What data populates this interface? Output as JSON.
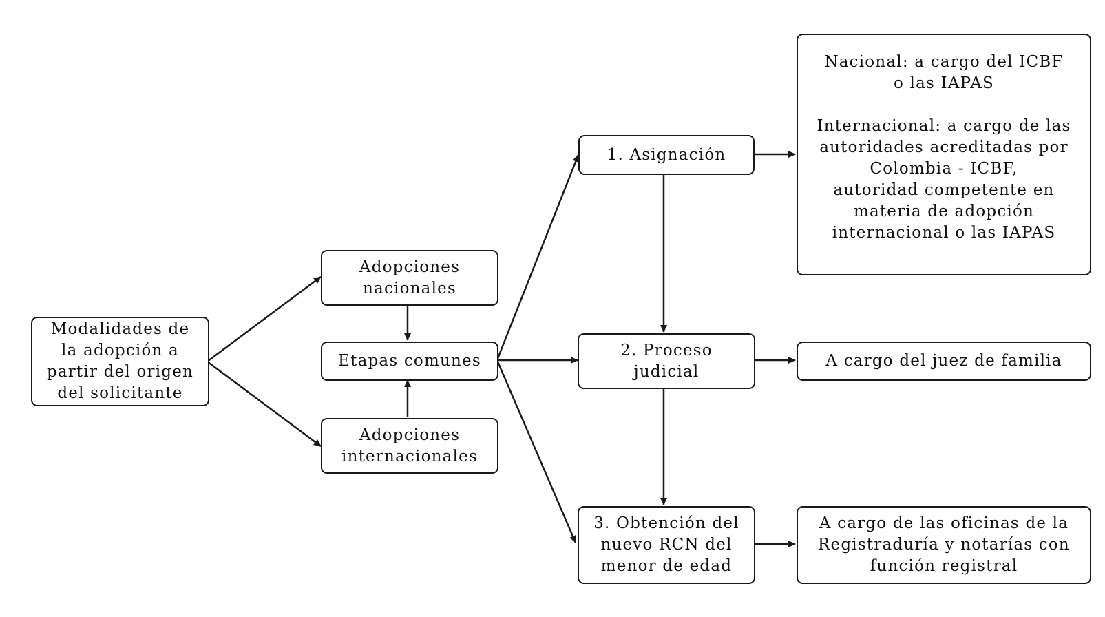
{
  "nodes": {
    "origen": "Modalidades de\nla adopción a\npartir del origen\ndel solicitante",
    "nacionales": "Adopciones\nnacionales",
    "etapas": "Etapas comunes",
    "internacionales": "Adopciones\ninternacionales",
    "asignacion": "1. Asignación",
    "proceso": "2. Proceso\njudicial",
    "obtencion": "3. Obtención del\nnuevo RCN del\nmenor de edad",
    "autoridades": "Nacional: a cargo del ICBF\no las IAPAS\n\nInternacional: a cargo de las\nautoridades acreditadas por\nColombia - ICBF,\nautoridad competente en\nmateria de adopción\ninternacional o las IAPAS",
    "juez": "A cargo del juez de familia",
    "registraduria": "A cargo de las oficinas de la\nRegistraduría y notarías con\nfunción registral"
  },
  "colors": {
    "stroke": "#1a1a1a",
    "background": "#ffffff"
  }
}
